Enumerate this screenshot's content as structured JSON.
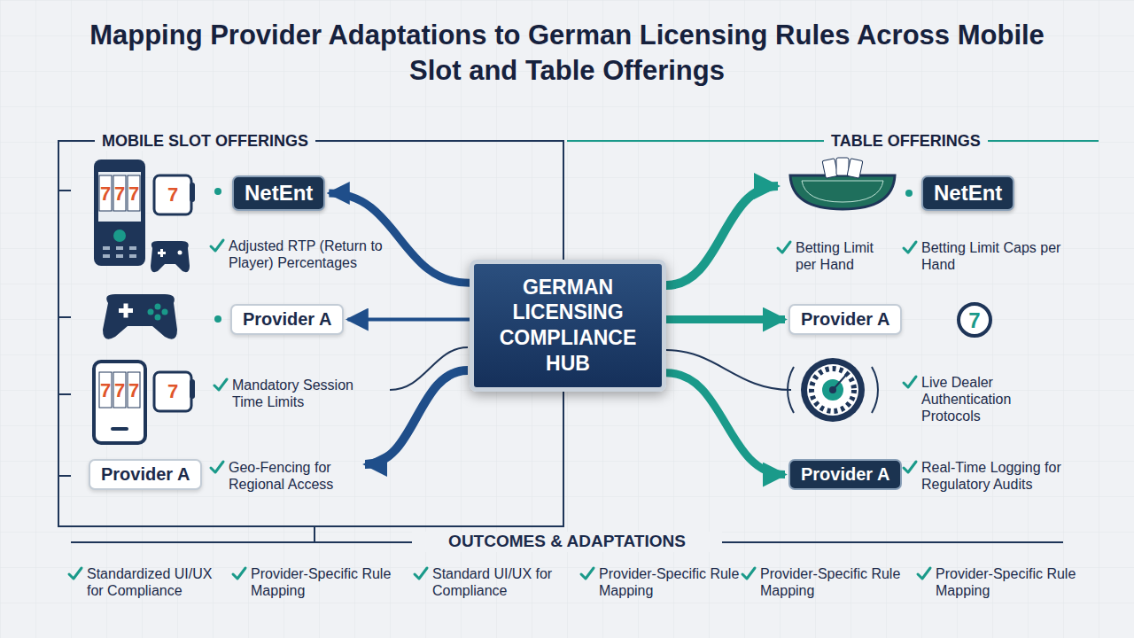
{
  "diagram": {
    "title": "Mapping Provider Adaptations to German Licensing Rules Across Mobile Slot and Table Offerings",
    "nodes": [
      {
        "text": [
          "MOBILE SLOT OFFERINGS"
        ]
      },
      {
        "text": [
          "TABLE OFFERINGS"
        ]
      },
      {
        "text": [
          "NetEnt"
        ],
        "in": 0
      },
      {
        "text": [
          "NetEnt"
        ],
        "in": 1
      },
      {
        "text": [
          "GERMAN LICENSING COMPLIANCE HUB"
        ]
      },
      {
        "text": [
          "Provider A"
        ],
        "in": 0
      },
      {
        "text": [
          "Provider A"
        ],
        "in": 1
      },
      {
        "text": [
          "Provider A"
        ],
        "in": 0
      },
      {
        "text": [
          "Provider A"
        ],
        "in": 1
      }
    ],
    "edges": [
      {
        "from": 4,
        "to": 2,
        "arrow": "to"
      },
      {
        "from": 4,
        "to": 5,
        "arrow": "to"
      },
      {
        "from": 4,
        "to": 6,
        "arrow": "to"
      },
      {
        "from": 4,
        "to": 8,
        "arrow": "to"
      }
    ],
    "labels": [
      "Adjusted RTP (Return to Player) Percentages",
      "Mandatory Session Time Limits",
      "Geo-Fencing for Regional Access",
      "Betting Limit per Hand",
      "Betting Limit Caps per Hand",
      "Live Dealer Authentication Protocols",
      "Real-Time Logging for Regulatory Audits",
      "OUTCOMES & ADAPTATIONS",
      "Standardized UI/UX for Compliance",
      "Provider-Specific Rule Mapping",
      "Standard UI/UX for Compliance",
      "Provider-Specific Rule Mapping",
      "Provider-Specific Rule Mapping",
      "Provider-Specific Rule Mapping",
      "7",
      "7",
      "7",
      "7",
      "7",
      "7",
      "7",
      "7",
      "7"
    ]
  }
}
